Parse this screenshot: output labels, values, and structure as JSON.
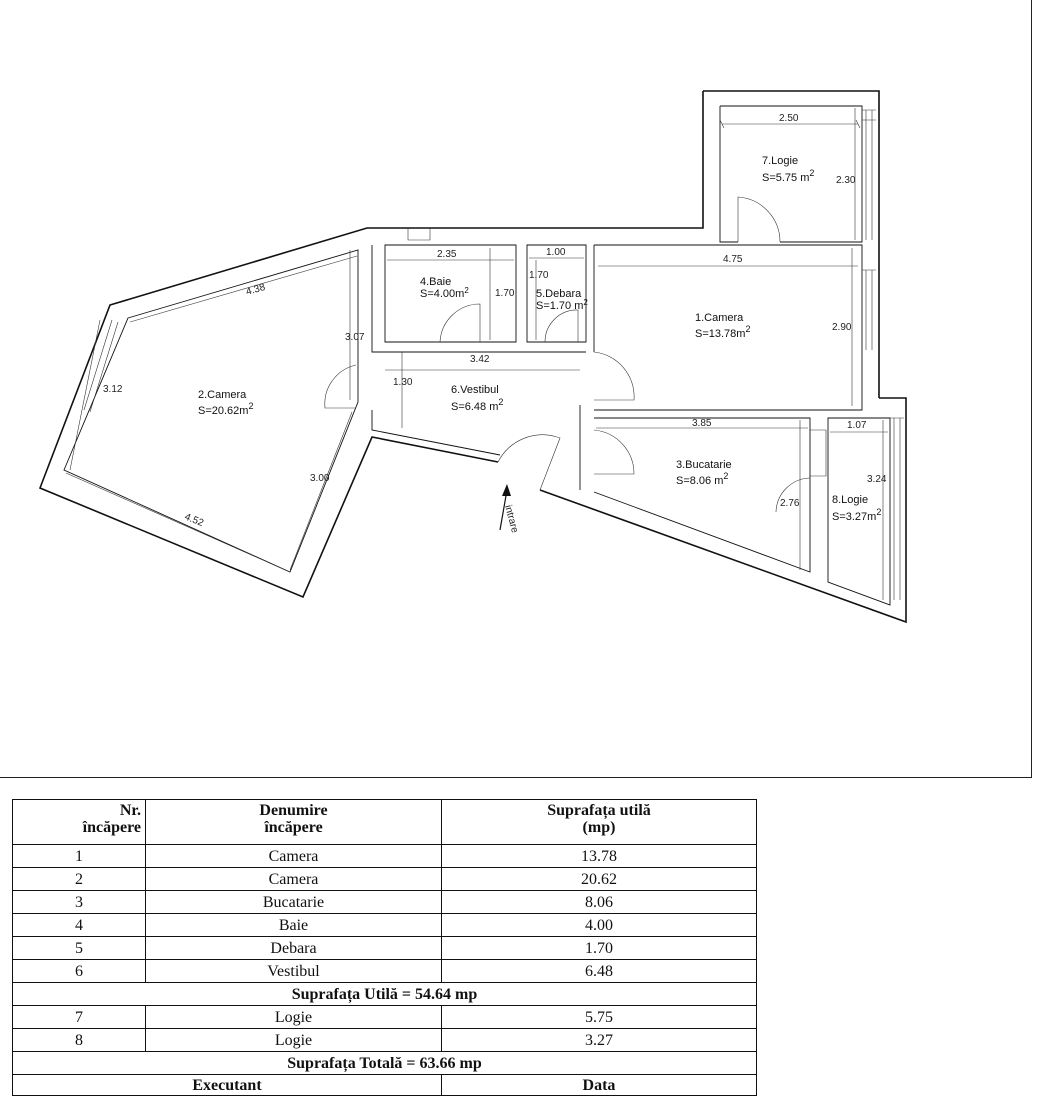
{
  "plan": {
    "rooms": [
      {
        "id": "r1",
        "name": "1.Camera",
        "area": "S=13.78m",
        "sup": "2"
      },
      {
        "id": "r2",
        "name": "2.Camera",
        "area": "S=20.62m",
        "sup": "2"
      },
      {
        "id": "r3",
        "name": "3.Bucatarie",
        "area": "S=8.06 m",
        "sup": "2"
      },
      {
        "id": "r4",
        "name": "4.Baie",
        "area": "S=4.00m",
        "sup": "2"
      },
      {
        "id": "r5",
        "name": "5.Debara",
        "area": "S=1.70 m",
        "sup": "2"
      },
      {
        "id": "r6",
        "name": "6.Vestibul",
        "area": "S=6.48 m",
        "sup": "2"
      },
      {
        "id": "r7",
        "name": "7.Logie",
        "area": "S=5.75 m",
        "sup": "2"
      },
      {
        "id": "r8",
        "name": "8.Logie",
        "area": "S=3.27m",
        "sup": "2"
      }
    ],
    "dimensions": {
      "logie7_w": "2.50",
      "logie7_h": "2.30",
      "camera1_w": "4.75",
      "camera1_h": "2.90",
      "baie_w": "2.35",
      "baie_h": "1.70",
      "debara_w": "1.00",
      "debara_h": "1.70",
      "vestibul_w": "3.42",
      "vestibul_h": "1.30",
      "camera2_top": "4.38",
      "camera2_left": "3.12",
      "camera2_right": "3.07",
      "camera2_inner": "3.00",
      "camera2_bottom": "4.52",
      "bucatarie_w": "3.85",
      "bucatarie_h": "2.76",
      "logie8_w": "1.07",
      "logie8_h": "3.24"
    },
    "entrance_label": "intrare"
  },
  "table": {
    "headers": {
      "nr_line1": "Nr.",
      "nr_line2": "încăpere",
      "name_line1": "Denumire",
      "name_line2": "încăpere",
      "area_line1": "Suprafața utilă",
      "area_line2": "(mp)"
    },
    "rows_group1": [
      {
        "nr": "1",
        "name": "Camera",
        "area": "13.78"
      },
      {
        "nr": "2",
        "name": "Camera",
        "area": "20.62"
      },
      {
        "nr": "3",
        "name": "Bucatarie",
        "area": "8.06"
      },
      {
        "nr": "4",
        "name": "Baie",
        "area": "4.00"
      },
      {
        "nr": "5",
        "name": "Debara",
        "area": "1.70"
      },
      {
        "nr": "6",
        "name": "Vestibul",
        "area": "6.48"
      }
    ],
    "subtotal": "Suprafața Utilă = 54.64 mp",
    "rows_group2": [
      {
        "nr": "7",
        "name": "Logie",
        "area": "5.75"
      },
      {
        "nr": "8",
        "name": "Logie",
        "area": "3.27"
      }
    ],
    "total": "Suprafața Totală = 63.66 mp",
    "footer": {
      "executant": "Executant",
      "data": "Data"
    }
  }
}
